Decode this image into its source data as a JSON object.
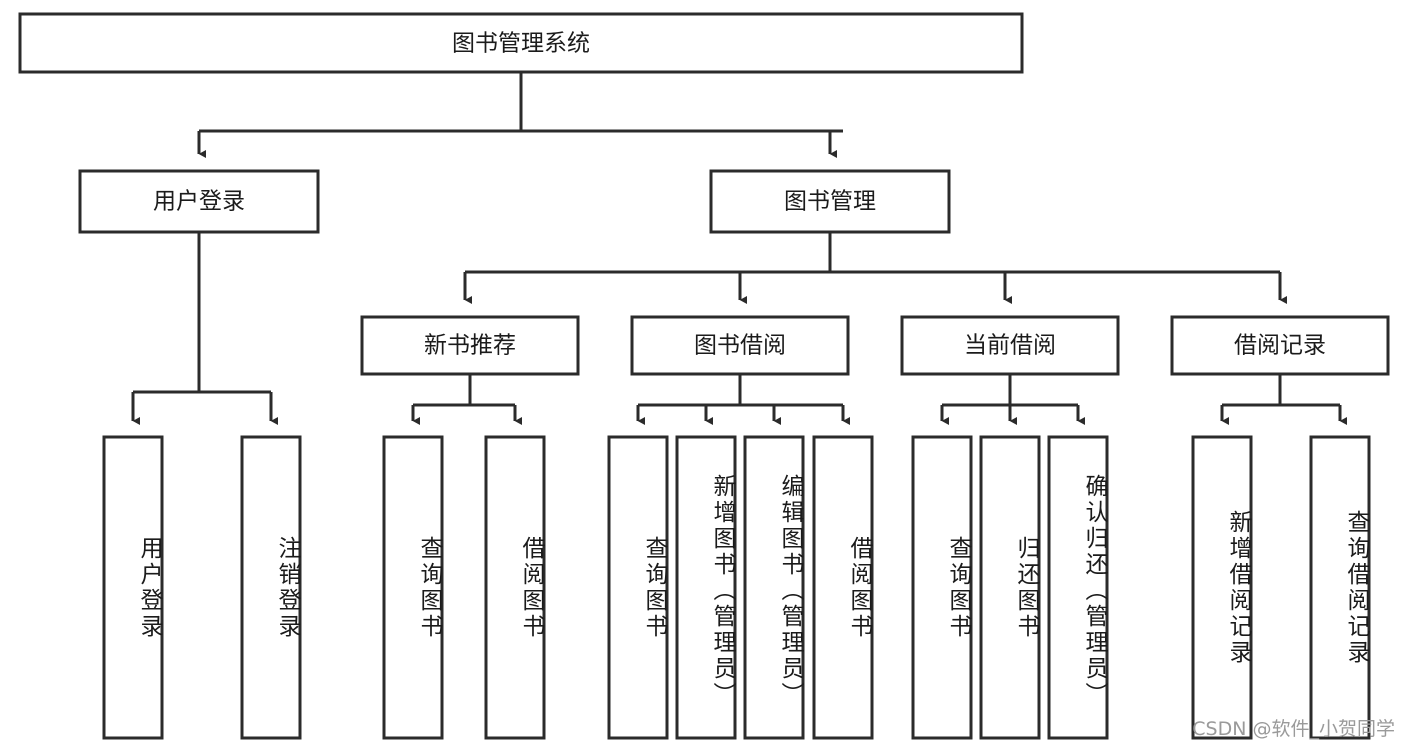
{
  "diagram": {
    "title": "图书管理系统",
    "watermark": "CSDN @软件_小贺同学",
    "accent_color": "#2b2b2b",
    "background_color": "#ffffff",
    "text_color": "#1b1b1b",
    "type": "tree-hierarchy-diagram",
    "levels": [
      {
        "level": 1,
        "nodes": [
          {
            "id": "root",
            "label": "图书管理系统",
            "orientation": "horizontal"
          }
        ]
      },
      {
        "level": 2,
        "nodes": [
          {
            "id": "login",
            "label": "用户登录",
            "orientation": "horizontal",
            "parent": "root"
          },
          {
            "id": "bookmgmt",
            "label": "图书管理",
            "orientation": "horizontal",
            "parent": "root"
          }
        ]
      },
      {
        "level": 3,
        "nodes": [
          {
            "id": "newbook",
            "label": "新书推荐",
            "orientation": "horizontal",
            "parent": "bookmgmt"
          },
          {
            "id": "borrow",
            "label": "图书借阅",
            "orientation": "horizontal",
            "parent": "bookmgmt"
          },
          {
            "id": "current",
            "label": "当前借阅",
            "orientation": "horizontal",
            "parent": "bookmgmt"
          },
          {
            "id": "records",
            "label": "借阅记录",
            "orientation": "horizontal",
            "parent": "bookmgmt"
          }
        ]
      },
      {
        "level": 4,
        "nodes": [
          {
            "id": "leaf1",
            "label": "用户登录",
            "orientation": "vertical",
            "parent": "login"
          },
          {
            "id": "leaf2",
            "label": "注销登录",
            "orientation": "vertical",
            "parent": "login"
          },
          {
            "id": "leaf3",
            "label": "查询图书",
            "orientation": "vertical",
            "parent": "newbook"
          },
          {
            "id": "leaf4",
            "label": "借阅图书",
            "orientation": "vertical",
            "parent": "newbook"
          },
          {
            "id": "leaf5",
            "label": "查询图书",
            "orientation": "vertical",
            "parent": "borrow"
          },
          {
            "id": "leaf6",
            "label": "新增图书（管理员）",
            "orientation": "vertical",
            "parent": "borrow"
          },
          {
            "id": "leaf7",
            "label": "编辑图书（管理员）",
            "orientation": "vertical",
            "parent": "borrow"
          },
          {
            "id": "leaf8",
            "label": "借阅图书",
            "orientation": "vertical",
            "parent": "borrow"
          },
          {
            "id": "leaf9",
            "label": "查询图书",
            "orientation": "vertical",
            "parent": "current"
          },
          {
            "id": "leaf10",
            "label": "归还图书",
            "orientation": "vertical",
            "parent": "current"
          },
          {
            "id": "leaf11",
            "label": "确认归还（管理员）",
            "orientation": "vertical",
            "parent": "current"
          },
          {
            "id": "leaf12",
            "label": "新增借阅记录",
            "orientation": "vertical",
            "parent": "records"
          },
          {
            "id": "leaf13",
            "label": "查询借阅记录",
            "orientation": "vertical",
            "parent": "records"
          }
        ]
      }
    ]
  }
}
